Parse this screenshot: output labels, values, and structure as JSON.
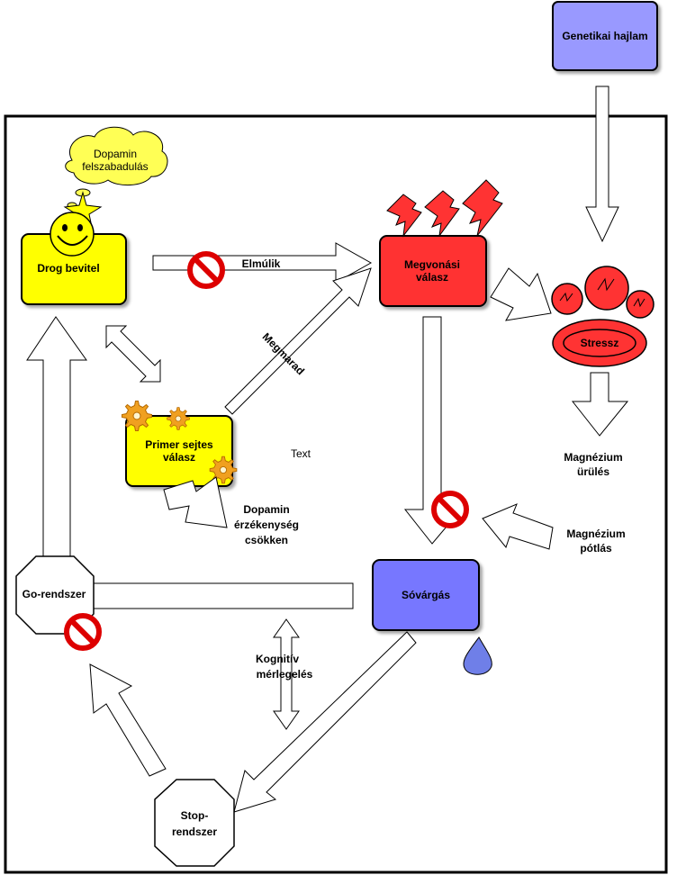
{
  "labels": {
    "genetic": "Genetikai hajlam",
    "dopamine_release": [
      "Dopamin",
      "felszabadulás"
    ],
    "drug_intake": "Drog bevitel",
    "passes": "Elmúlik",
    "withdrawal": [
      "Megvonási",
      "válasz"
    ],
    "stress": "Stressz",
    "remains": "Megmarad",
    "primary_cell": [
      "Primer sejtes",
      "válasz"
    ],
    "text_placeholder": "Text",
    "magnesium_depletion": [
      "Magnézium",
      "ürülés"
    ],
    "dopamine_sensitivity": [
      "Dopamin",
      "érzékenység",
      "csökken"
    ],
    "magnesium_supply": [
      "Magnézium",
      "pótlás"
    ],
    "go_system": "Go-rendszer",
    "craving": "Sóvárgás",
    "cognitive": [
      "Kognitív",
      "mérlegelés"
    ],
    "stop_system": [
      "Stop-",
      "rendszer"
    ]
  },
  "colors": {
    "yellow": "#ffff00",
    "red": "#ff3333",
    "blue": "#7777ff",
    "lightblue": "#9999ff",
    "water": "#6f7fe8"
  }
}
